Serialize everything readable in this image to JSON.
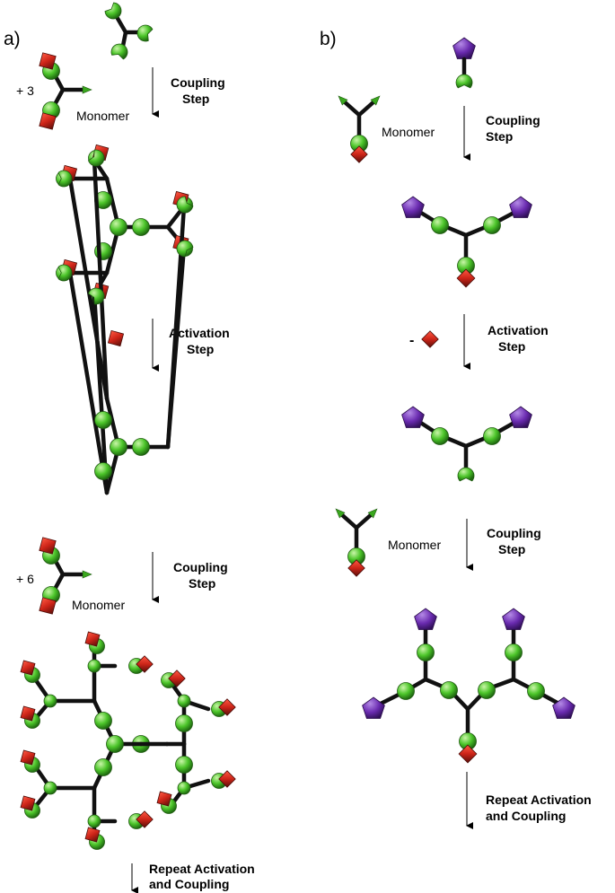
{
  "panel_a": {
    "letter": "a)",
    "step1": {
      "count": "+ 3",
      "monomer": "Monomer",
      "line1": "Coupling",
      "line2": "Step"
    },
    "step2": {
      "minus": "-",
      "line1": "Activation",
      "line2": "Step"
    },
    "step3": {
      "count": "+ 6",
      "monomer": "Monomer",
      "line1": "Coupling",
      "line2": "Step"
    },
    "step4": {
      "line1": "Repeat Activation",
      "line2": "and Coupling"
    }
  },
  "panel_b": {
    "letter": "b)",
    "step1": {
      "monomer": "Monomer",
      "line1": "Coupling",
      "line2": "Step"
    },
    "step2": {
      "minus": "-",
      "line1": "Activation",
      "line2": "Step"
    },
    "step3": {
      "monomer": "Monomer",
      "line1": "Coupling",
      "line2": "Step"
    },
    "step4": {
      "line1": "Repeat Activation",
      "line2": "and Coupling"
    }
  },
  "colors": {
    "sphere": "#4cc52a",
    "sphere_light": "#c9f5a8",
    "protecting_group": "#cc2418",
    "protecting_dark": "#5a0f0a",
    "core_pentagon": "#6a2bb0",
    "core_light": "#b48ae6",
    "bond": "#111111"
  },
  "icons": [
    "green-sphere",
    "red-protecting-group",
    "purple-core",
    "open-cup-site",
    "arrow-down"
  ]
}
